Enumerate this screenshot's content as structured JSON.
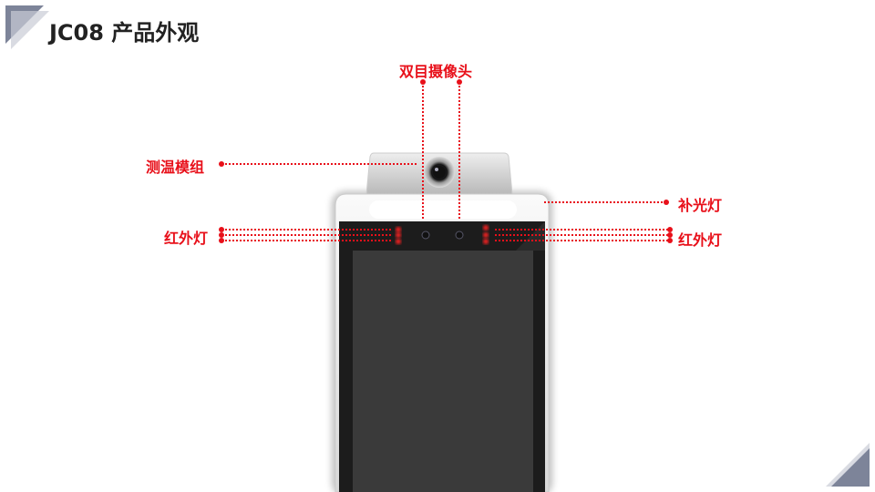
{
  "slide": {
    "title": "JC08 产品外观"
  },
  "labels": {
    "binocular_camera": "双目摄像头",
    "thermal_module": "测温模组",
    "fill_light": "补光灯",
    "ir_light_left": "红外灯",
    "ir_light_right": "红外灯"
  },
  "colors": {
    "accent": "#e8101a",
    "corner": "#7d8499"
  }
}
